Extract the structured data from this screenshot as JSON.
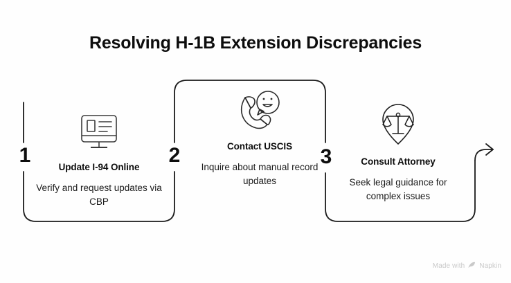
{
  "title": "Resolving H-1B Extension Discrepancies",
  "colors": {
    "background": "#fefefe",
    "text": "#0d0d0d",
    "line": "#1a1a1a",
    "watermark": "#c9c9c9"
  },
  "steps": [
    {
      "number": "1",
      "icon": "monitor-document-icon",
      "title": "Update I-94 Online",
      "description": "Verify and request updates via CBP"
    },
    {
      "number": "2",
      "icon": "phone-speech-bubble-icon",
      "title": "Contact USCIS",
      "description": "Inquire about manual record updates"
    },
    {
      "number": "3",
      "icon": "map-pin-scales-icon",
      "title": "Consult Attorney",
      "description": "Seek legal guidance for complex issues"
    }
  ],
  "watermark": {
    "text_before": "Made with",
    "brand": "Napkin",
    "icon": "napkin-leaf-icon"
  }
}
